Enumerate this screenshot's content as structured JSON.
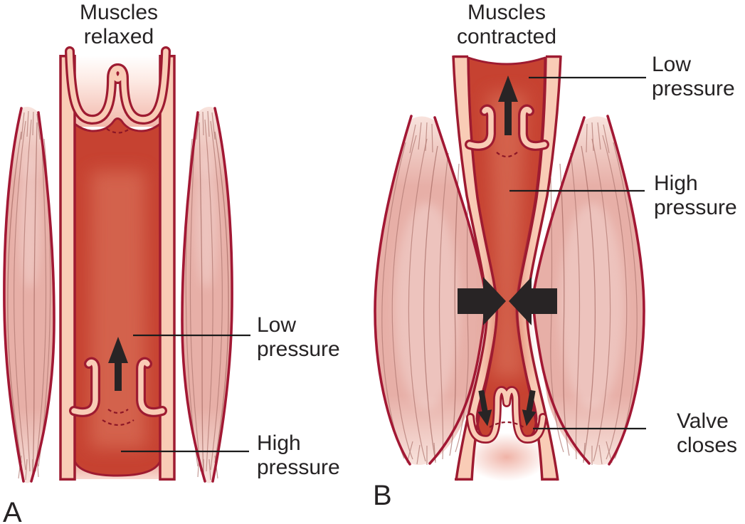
{
  "figure": {
    "panel_a": {
      "letter": "A",
      "title_line1": "Muscles",
      "title_line2": "relaxed",
      "label_low_line1": "Low",
      "label_low_line2": "pressure",
      "label_high_line1": "High",
      "label_high_line2": "pressure"
    },
    "panel_b": {
      "letter": "B",
      "title_line1": "Muscles",
      "title_line2": "contracted",
      "label_low_line1": "Low",
      "label_low_line2": "pressure",
      "label_high_line1": "High",
      "label_high_line2": "pressure",
      "label_valve_line1": "Valve",
      "label_valve_line2": "closes"
    },
    "colors": {
      "outline": "#9e1b31",
      "vein_wall": "#f9ccb6",
      "blood": "#c64231",
      "blood_light": "#d66751",
      "muscle_edge": "#a21834",
      "fiber": "#b27a73",
      "arrow": "#282425",
      "text": "#262324",
      "leader_line": "#1c1c1c"
    }
  }
}
